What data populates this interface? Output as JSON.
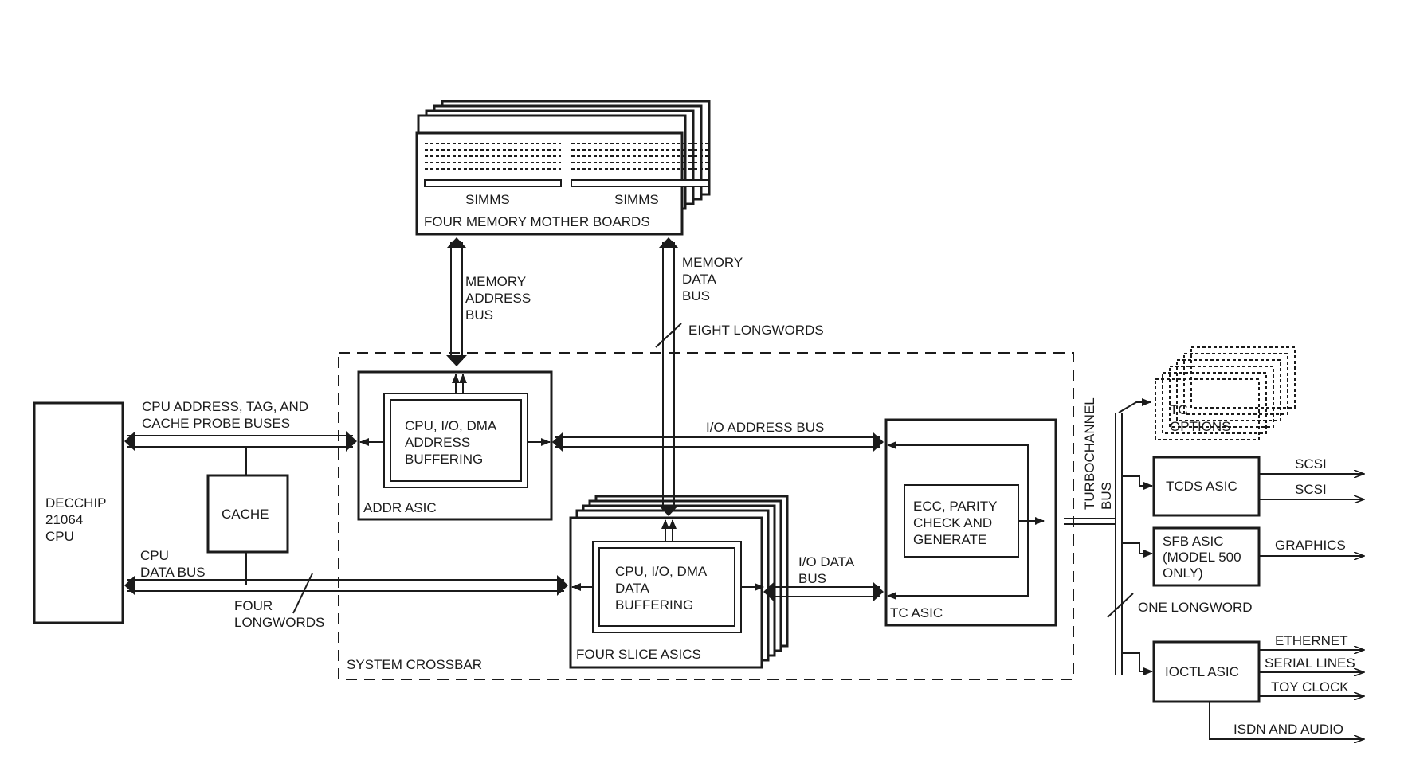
{
  "colors": {
    "ink": "#1b1b1b",
    "background": "#ffffff"
  },
  "memory": {
    "boards_label": "FOUR MEMORY MOTHER BOARDS",
    "simms_left": "SIMMS",
    "simms_right": "SIMMS"
  },
  "buses": {
    "mem_addr": [
      "MEMORY",
      "ADDRESS",
      "BUS"
    ],
    "mem_data": [
      "MEMORY",
      "DATA",
      "BUS"
    ],
    "eight_longwords": "EIGHT LONGWORDS",
    "cpu_addr": [
      "CPU ADDRESS, TAG, AND",
      "CACHE PROBE BUSES"
    ],
    "cpu_data": [
      "CPU",
      "DATA BUS"
    ],
    "four_longwords": [
      "FOUR",
      "LONGWORDS"
    ],
    "io_addr": "I/O ADDRESS BUS",
    "io_data": [
      "I/O DATA",
      "BUS"
    ],
    "turbochannel": [
      "TURBOCHANNEL",
      "BUS"
    ],
    "one_longword": "ONE LONGWORD"
  },
  "blocks": {
    "cpu": [
      "DECCHIP",
      "21064",
      "CPU"
    ],
    "cache": "CACHE",
    "crossbar": "SYSTEM CROSSBAR",
    "addr_asic": "ADDR ASIC",
    "addr_inner": [
      "CPU, I/O, DMA",
      "ADDRESS",
      "BUFFERING"
    ],
    "slice_asics": "FOUR SLICE ASICS",
    "slice_inner": [
      "CPU, I/O, DMA",
      "DATA",
      "BUFFERING"
    ],
    "tc_asic": "TC ASIC",
    "tc_inner": [
      "ECC, PARITY",
      "CHECK AND",
      "GENERATE"
    ],
    "tc_options": [
      "TC",
      "OPTIONS"
    ],
    "tcds_asic": "TCDS ASIC",
    "sfb_asic": [
      "SFB ASIC",
      "(MODEL 500",
      "ONLY)"
    ],
    "ioctl_asic": "IOCTL ASIC"
  },
  "outputs": {
    "scsi_1": "SCSI",
    "scsi_2": "SCSI",
    "graphics": "GRAPHICS",
    "ethernet": "ETHERNET",
    "serial_lines": "SERIAL LINES",
    "toy_clock": "TOY CLOCK",
    "isdn_audio": "ISDN AND AUDIO"
  }
}
